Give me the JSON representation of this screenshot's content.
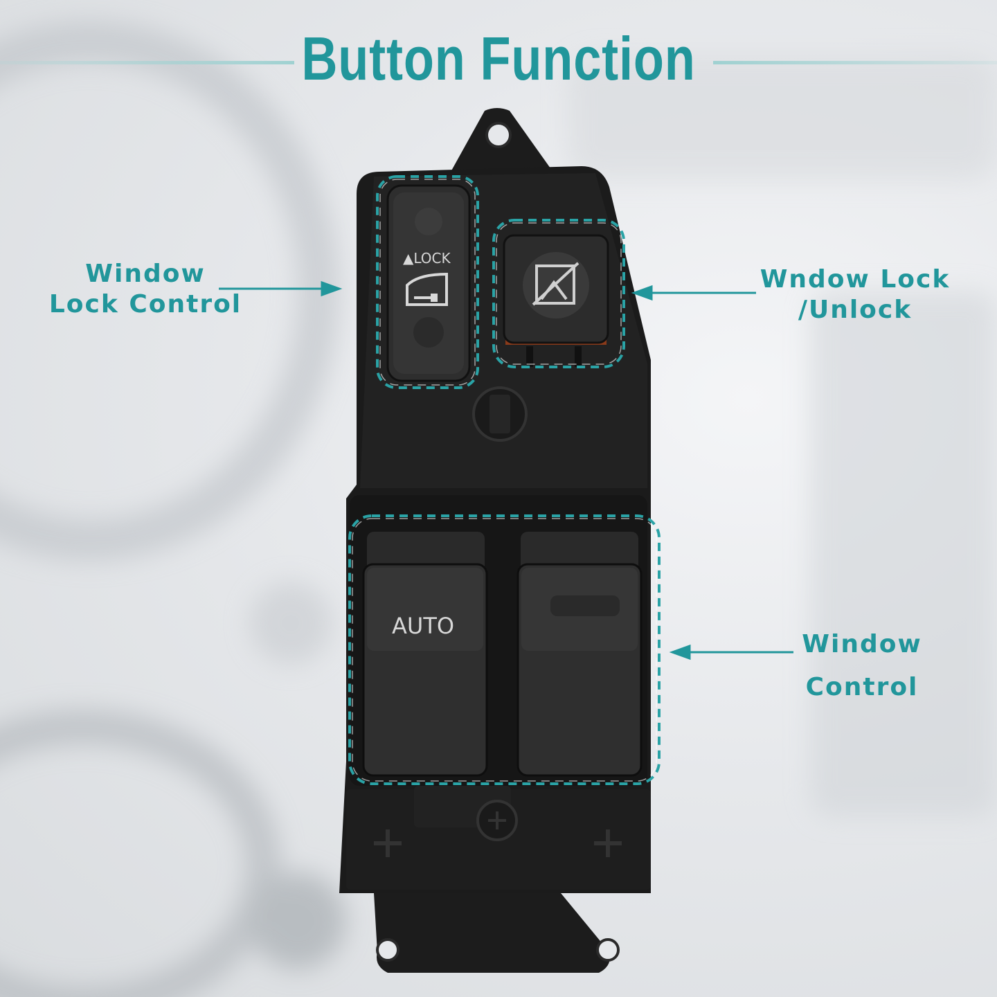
{
  "title": "Button Function",
  "callouts": {
    "window_lock_control": {
      "line1": "Window",
      "line2": "Lock Control"
    },
    "window_lock_unlock": {
      "line1": "Wndow Lock",
      "line2": "/Unlock"
    },
    "window_control": {
      "line1": "Window",
      "line2": "Control"
    }
  },
  "switch_labels": {
    "lock": "▲LOCK",
    "auto": "AUTO"
  },
  "icons": [
    "door-lock-icon",
    "window-lock-icon",
    "arrow-icon",
    "screw-icon",
    "plus-mark-icon"
  ],
  "colors": {
    "accent": "#21969b",
    "switch_body": "#1a1a1a",
    "background": "#e6e8eb"
  }
}
